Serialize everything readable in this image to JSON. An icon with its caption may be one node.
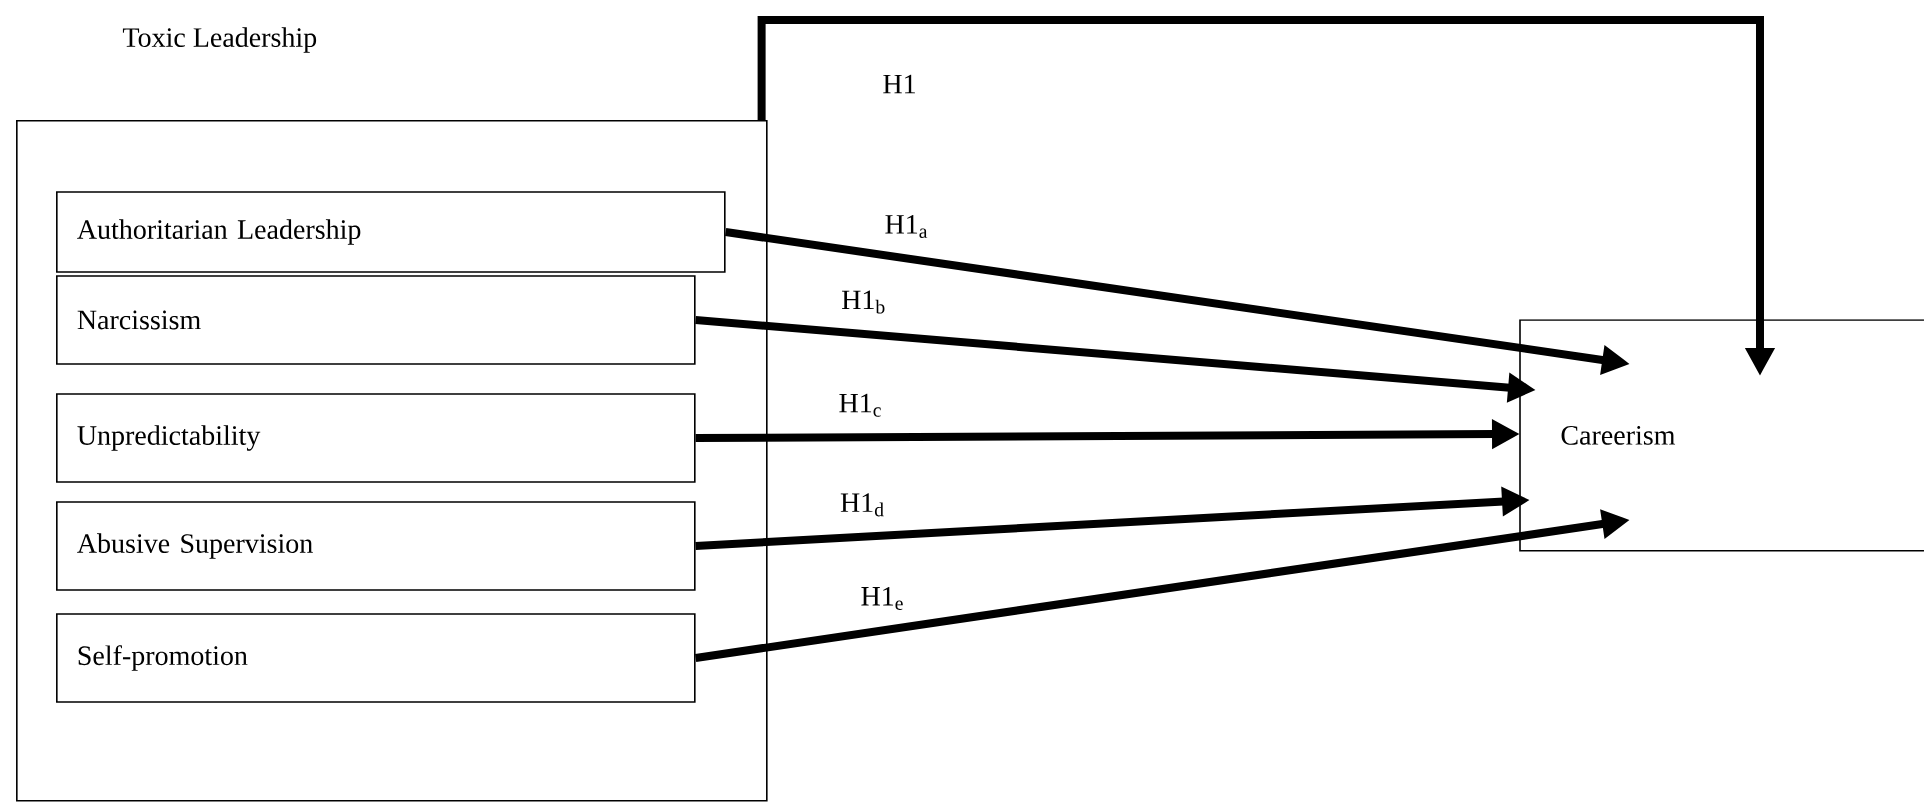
{
  "diagram": {
    "nodes": [
      {
        "text": [
          "Toxic Leadership"
        ]
      },
      {
        "text": [
          "Authoritarian Leadership"
        ],
        "in": 0
      },
      {
        "text": [
          "Narcissism"
        ],
        "in": 0
      },
      {
        "text": [
          "Unpredictability"
        ],
        "in": 0
      },
      {
        "text": [
          "Abusive Supervision"
        ],
        "in": 0
      },
      {
        "text": [
          "Self-promotion"
        ],
        "in": 0
      },
      {
        "text": [
          "Careerism"
        ]
      }
    ],
    "edges": [
      {
        "from": 0,
        "to": 6,
        "arrow": "to",
        "label": "H1"
      },
      {
        "from": 1,
        "to": 6,
        "arrow": "to",
        "label": "H1$_{a}$"
      },
      {
        "from": 2,
        "to": 6,
        "arrow": "to",
        "label": "H1$_{b}$"
      },
      {
        "from": 3,
        "to": 6,
        "arrow": "to",
        "label": "H1$_{c}$"
      },
      {
        "from": 4,
        "to": 6,
        "arrow": "to",
        "label": "H1$_{d}$"
      },
      {
        "from": 5,
        "to": 6,
        "arrow": "to",
        "label": "H1$_{e}$"
      }
    ]
  }
}
